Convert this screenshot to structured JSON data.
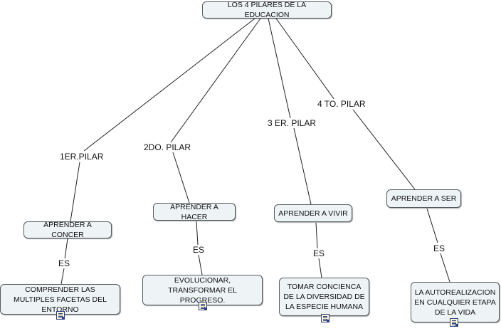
{
  "root": {
    "title": "LOS 4 PILARES DE LA EDUCACION"
  },
  "pillars": [
    {
      "link_label": "1ER.PILAR",
      "node": "APRENDER A CONCER",
      "es_label": "ES",
      "leaf": "COMPRENDER LAS MULTIPLES FACETAS DEL ENTORNO",
      "leaf_icon": "document-icon"
    },
    {
      "link_label": "2DO.  PILAR",
      "node": "APRENDER A HACER",
      "es_label": "ES",
      "leaf": "EVOLUCIONAR, TRANSFORMAR EL PROGRESO.",
      "leaf_icon": "document-icon"
    },
    {
      "link_label": "3 ER.  PILAR",
      "node": "APRENDER A VIVIR",
      "es_label": "ES",
      "leaf": "TOMAR CONCIENCA DE LA DIVERSIDAD DE LA ESPECIE HUMANA",
      "leaf_icon": "document-icon"
    },
    {
      "link_label": "4 TO.  PILAR",
      "node": "APRENDER A SER",
      "es_label": "ES",
      "leaf": "LA AUTOREALIZACION EN CUALQUIER ETAPA DE LA VIDA",
      "leaf_icon": "document-icon"
    }
  ]
}
